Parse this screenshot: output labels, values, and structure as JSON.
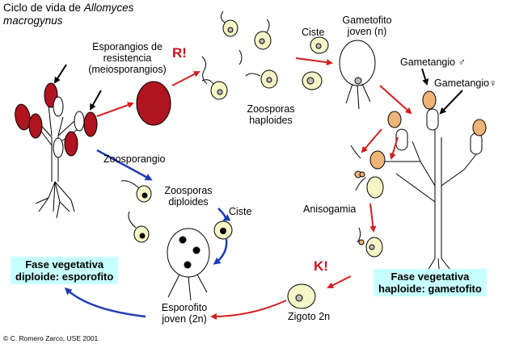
{
  "title": {
    "line1": "Ciclo de vida de ",
    "italic1": "Allomyces",
    "line2": "macrogynus"
  },
  "labels": {
    "resistance_sporangia": [
      "Esporangios de",
      "resistencia",
      "(meiosporangios)"
    ],
    "meiosis_mark": "R!",
    "haploid_zoospores": [
      "Zoosporas",
      "haploides"
    ],
    "cyst_haploid": "Ciste",
    "young_gametophyte": [
      "Gametofito",
      "joven (n)"
    ],
    "male_gametangium": "Gametangio ♂",
    "female_gametangium": "Gametangio♀",
    "zoosporangium": "Zoosporangio",
    "diploid_zoospores": [
      "Zoosporas",
      "diploides"
    ],
    "cyst_diploid": "Ciste",
    "anisogamy": "Anisogamia",
    "karyogamy_mark": "K!",
    "young_sporophyte": [
      "Esporofito",
      "joven (2n)"
    ],
    "zygote": "Zigoto 2n"
  },
  "phases": {
    "diploid": [
      "Fase vegetativa",
      "diploide: esporofito"
    ],
    "haploid": [
      "Fase vegetativa",
      "haploide: gametofito"
    ]
  },
  "colors": {
    "sporangium_red": "#b0141e",
    "arrow_red": "#d21e1e",
    "arrow_blue": "#1e3cb4",
    "cell_fill": "#f5f5c8",
    "gametangium_orange": "#f0b478",
    "phase_box": "#c8ffff"
  },
  "copyright": "© C. Romero Zarco, USE 2001"
}
